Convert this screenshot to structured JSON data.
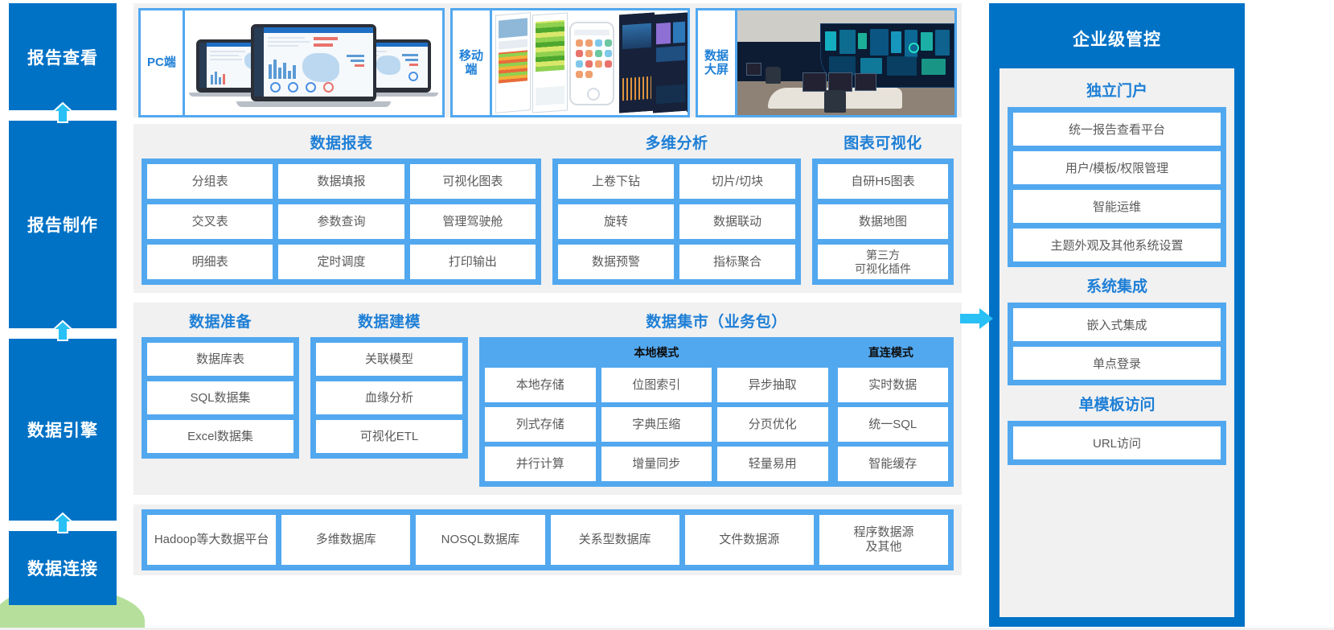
{
  "stages": [
    {
      "label": "报告查看"
    },
    {
      "label": "报告制作"
    },
    {
      "label": "数据引擎"
    },
    {
      "label": "数据连接"
    }
  ],
  "devices": [
    {
      "label": "PC端",
      "art": "pc-dashboard-screens"
    },
    {
      "label": "移动\n端",
      "art": "mobile-app-screens"
    },
    {
      "label": "数据\n大屏",
      "art": "control-room-video-wall"
    }
  ],
  "report_making": {
    "groups": [
      {
        "title": "数据报表",
        "rows": [
          [
            "分组表",
            "数据填报",
            "可视化图表"
          ],
          [
            "交叉表",
            "参数查询",
            "管理驾驶舱"
          ],
          [
            "明细表",
            "定时调度",
            "打印输出"
          ]
        ]
      },
      {
        "title": "多维分析",
        "rows": [
          [
            "上卷下钻",
            "切片/切块"
          ],
          [
            "旋转",
            "数据联动"
          ],
          [
            "数据预警",
            "指标聚合"
          ]
        ]
      },
      {
        "title": "图表可视化",
        "rows": [
          [
            "自研H5图表"
          ],
          [
            "数据地图"
          ],
          [
            "第三方\n可视化插件"
          ]
        ]
      }
    ]
  },
  "data_engine": {
    "groups": [
      {
        "title": "数据准备",
        "rows": [
          [
            "数据库表"
          ],
          [
            "SQL数据集"
          ],
          [
            "Excel数据集"
          ]
        ]
      },
      {
        "title": "数据建模",
        "rows": [
          [
            "关联模型"
          ],
          [
            "血缘分析"
          ],
          [
            "可视化ETL"
          ]
        ]
      }
    ],
    "mart": {
      "title": "数据集市（业务包）",
      "subheads": [
        "本地模式",
        "直连模式"
      ],
      "rows": [
        [
          "本地存储",
          "位图索引",
          "异步抽取",
          "实时数据"
        ],
        [
          "列式存储",
          "字典压缩",
          "分页优化",
          "统一SQL"
        ],
        [
          "并行计算",
          "增量同步",
          "轻量易用",
          "智能缓存"
        ]
      ]
    }
  },
  "data_connection": {
    "cells": [
      "Hadoop等大数据平台",
      "多维数据库",
      "NOSQL数据库",
      "关系型数据库",
      "文件数据源",
      "程序数据源\n及其他"
    ]
  },
  "enterprise": {
    "title": "企业级管控",
    "sections": [
      {
        "title": "独立门户",
        "items": [
          "统一报告查看平台",
          "用户/模板/权限管理",
          "智能运维",
          "主题外观及其他系统设置"
        ]
      },
      {
        "title": "系统集成",
        "items": [
          "嵌入式集成",
          "单点登录"
        ]
      },
      {
        "title": "单模板访问",
        "items": [
          "URL访问"
        ]
      }
    ]
  },
  "icons": {
    "stage_up_arrow": "arrow-up-icon",
    "flow_right_arrow": "arrow-right-icon"
  },
  "colors": {
    "stage_blue": "#0072C6",
    "block_blue": "#52a8ef",
    "title_blue": "#1e7fd6",
    "panel_grey": "#f1f1f1",
    "arrow_cyan": "#29c0f5",
    "cell_text": "#5a5a5a",
    "accent_green": "#a8d98a"
  }
}
